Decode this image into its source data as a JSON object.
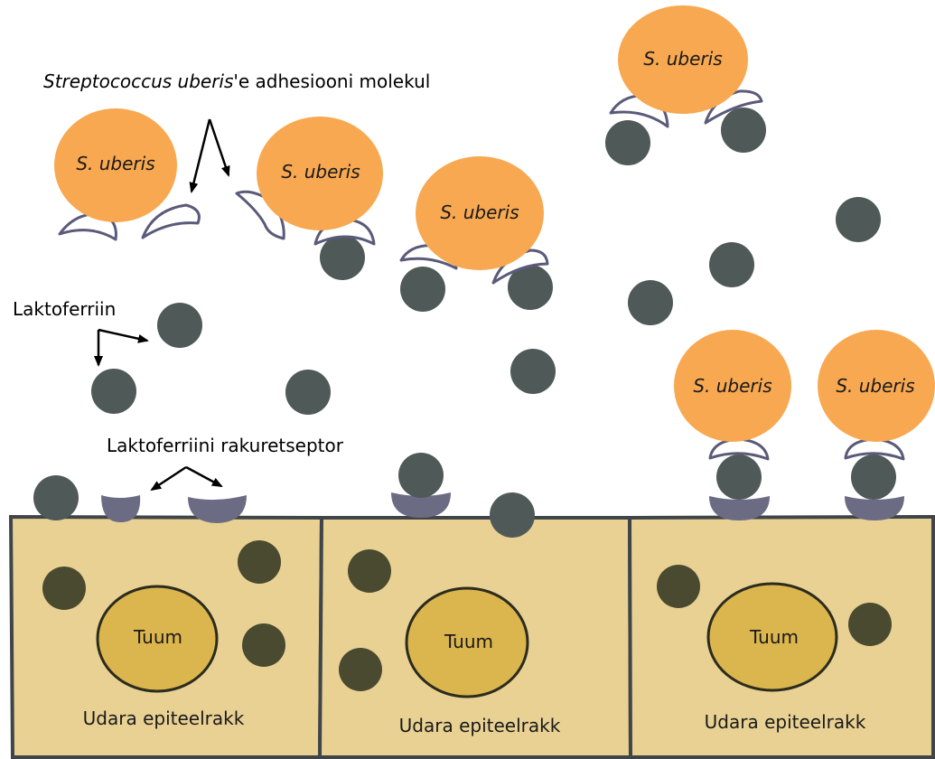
{
  "labels": {
    "adhesion_italic": "Streptococcus uberis",
    "adhesion_rest": "'e adhesiooni molekul",
    "lactoferrin": "Laktoferriin",
    "receptor": "Laktoferriini rakuretseptor"
  },
  "bacterium_label": "S. uberis",
  "nucleus_label": "Tuum",
  "cell_label": "Udara epiteelrakk",
  "colors": {
    "bacterium": "#f8a850",
    "adhesin_fill": "#ffffff",
    "adhesin_stroke": "#5a5a7a",
    "lactoferrin_free": "#4f5a58",
    "lactoferrin_inside": "#4a4a30",
    "receptor": "#6b6b84",
    "cell_fill": "#e8d193",
    "cell_stroke": "#3f4548",
    "nucleus_fill": "#dbb54d",
    "nucleus_stroke": "#2b2b1e"
  }
}
